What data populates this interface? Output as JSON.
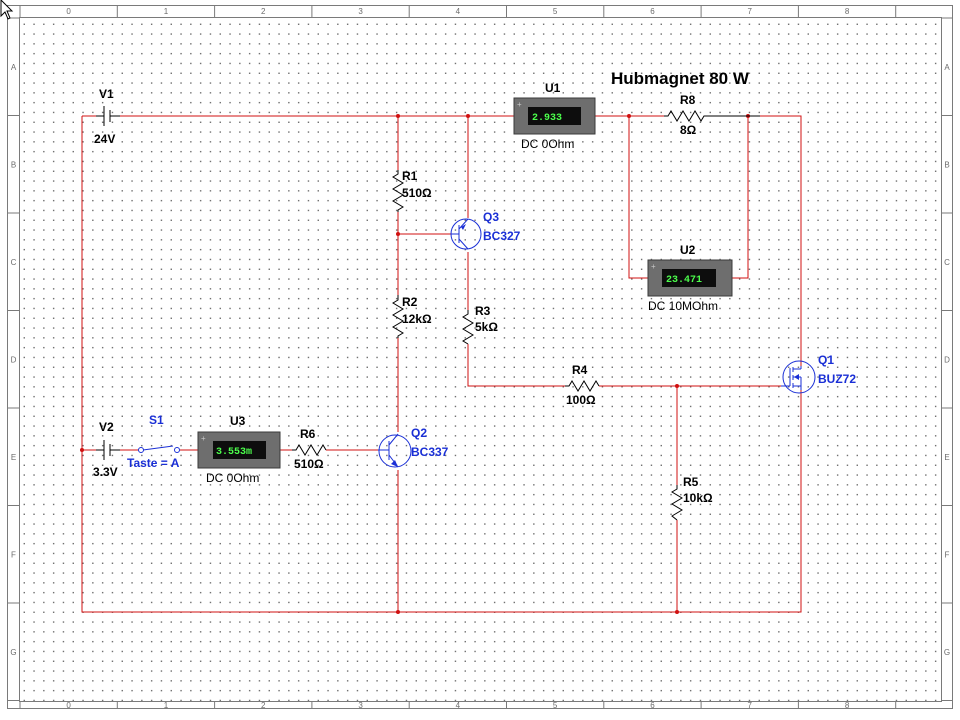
{
  "title": "Hubmagnet 80 W",
  "ruler": {
    "columns": [
      "0",
      "1",
      "2",
      "3",
      "4",
      "5",
      "6",
      "7",
      "8"
    ],
    "rows": [
      "A",
      "B",
      "C",
      "D",
      "E",
      "F",
      "G"
    ]
  },
  "sources": {
    "v1": {
      "name": "V1",
      "value": "24V"
    },
    "v2": {
      "name": "V2",
      "value": "3.3V"
    }
  },
  "switch": {
    "name": "S1",
    "key": "Taste = A"
  },
  "meters": {
    "u1": {
      "name": "U1",
      "reading": "2.933",
      "mode": "DC  0Ohm"
    },
    "u2": {
      "name": "U2",
      "reading": "23.471",
      "mode": "DC  10MOhm"
    },
    "u3": {
      "name": "U3",
      "reading": "3.553m",
      "mode": "DC  0Ohm"
    }
  },
  "resistors": {
    "r1": {
      "name": "R1",
      "value": "510Ω"
    },
    "r2": {
      "name": "R2",
      "value": "12kΩ"
    },
    "r3": {
      "name": "R3",
      "value": "5kΩ"
    },
    "r4": {
      "name": "R4",
      "value": "100Ω"
    },
    "r5": {
      "name": "R5",
      "value": "10kΩ"
    },
    "r6": {
      "name": "R6",
      "value": "510Ω"
    },
    "r8": {
      "name": "R8",
      "value": "8Ω"
    }
  },
  "transistors": {
    "q1": {
      "name": "Q1",
      "model": "BUZ72"
    },
    "q2": {
      "name": "Q2",
      "model": "BC337"
    },
    "q3": {
      "name": "Q3",
      "model": "BC327"
    }
  },
  "colors": {
    "wire": "#d01010",
    "component": "#000000",
    "active_label": "#1a2fd6",
    "meter_body": "#6e6e6e",
    "meter_display": "#0d0d0d",
    "meter_digits": "#4cff4c"
  }
}
